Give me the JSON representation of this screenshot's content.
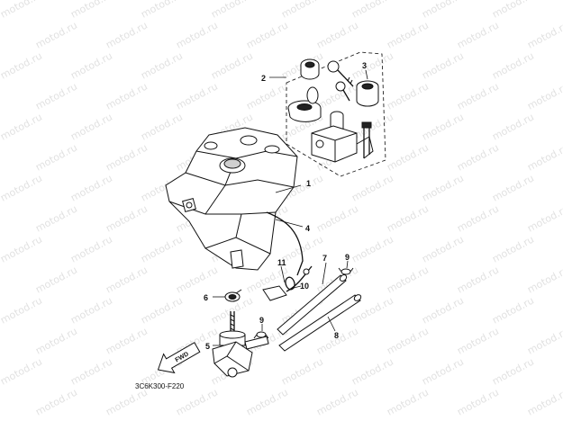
{
  "diagram": {
    "code": "3C6K300-F220",
    "fwd_label": "FWD",
    "watermark": "motod.ru",
    "callouts": [
      "1",
      "2",
      "3",
      "4",
      "5",
      "6",
      "7",
      "8",
      "9",
      "9",
      "10",
      "11"
    ]
  }
}
